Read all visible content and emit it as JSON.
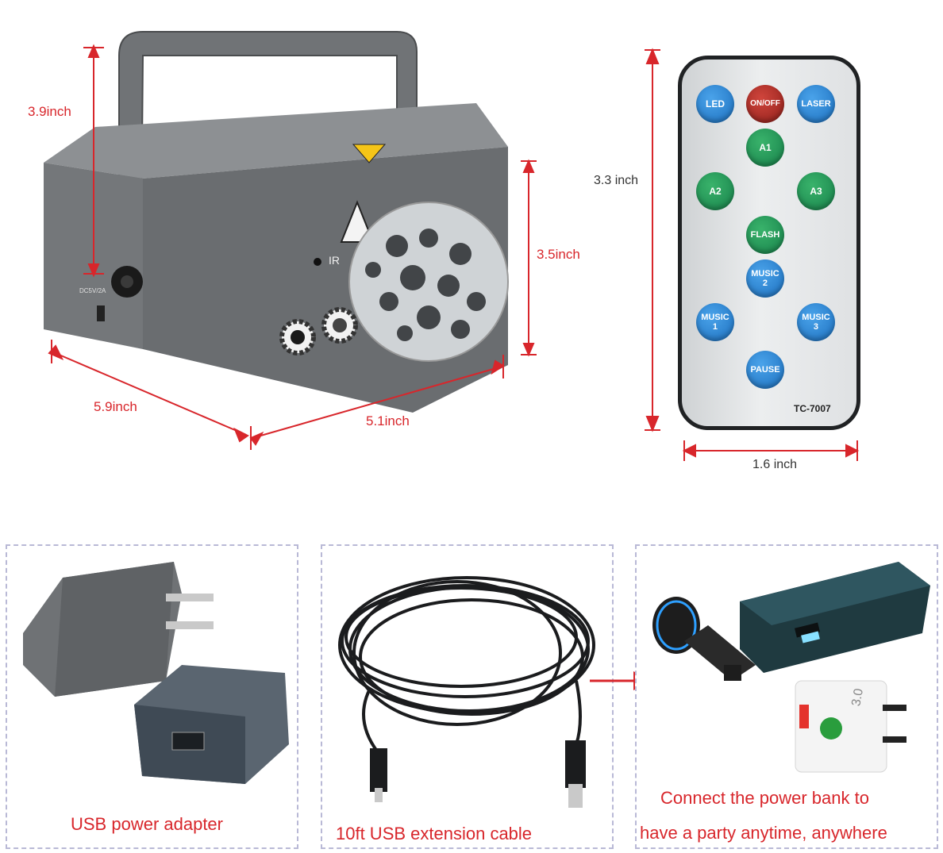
{
  "product_dimensions": {
    "height_label": "3.9inch",
    "front_height_label": "3.5inch",
    "depth_label": "5.9inch",
    "width_label": "5.1inch",
    "ir_label": "IR",
    "port_label": "DC5V/2A"
  },
  "remote": {
    "height_label": "3.3 inch",
    "width_label": "1.6 inch",
    "model": "TC-7007",
    "buttons": {
      "led": "LED",
      "onoff": "ON/OFF",
      "laser": "LASER",
      "a1": "A1",
      "a2": "A2",
      "a3": "A3",
      "flash": "FLASH",
      "music2": "MUSIC\n2",
      "music1": "MUSIC\n1",
      "music3": "MUSIC\n3",
      "pause": "PAUSE"
    }
  },
  "accessories": {
    "adapter_caption": "USB power adapter",
    "cable_caption": "10ft USB extension cable",
    "powerbank_caption_line1": "Connect the power bank to",
    "powerbank_caption_line2": "have a party anytime, anywhere",
    "charger_label": "3.0"
  },
  "colors": {
    "dimension_red": "#d8262b",
    "device_gray": "#6d7073"
  }
}
